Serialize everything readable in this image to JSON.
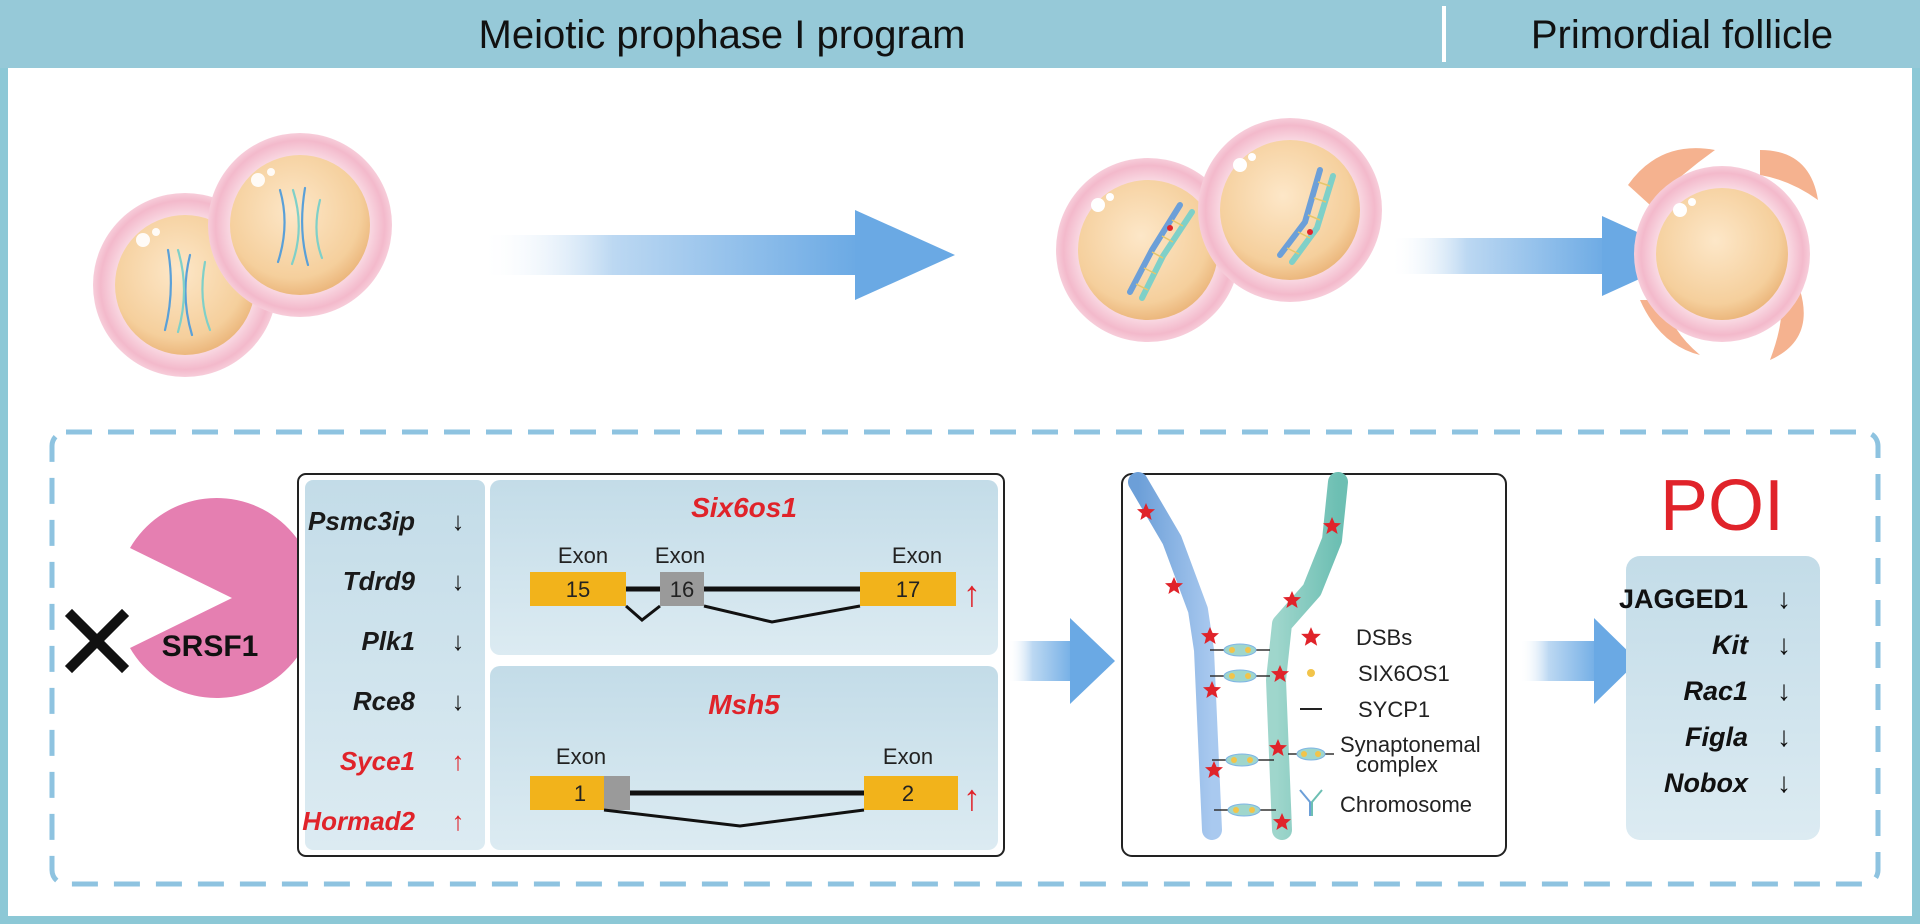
{
  "header": {
    "left_title": "Meiotic prophase I program",
    "right_title": "Primordial follicle"
  },
  "srsf1": {
    "label": "SRSF1"
  },
  "gene_list": [
    {
      "name": "Psmc3ip",
      "arrow": "↓",
      "color": "#1a1a1a"
    },
    {
      "name": "Tdrd9",
      "arrow": "↓",
      "color": "#1a1a1a"
    },
    {
      "name": "Plk1",
      "arrow": "↓",
      "color": "#1a1a1a"
    },
    {
      "name": "Rce8",
      "arrow": "↓",
      "color": "#1a1a1a"
    },
    {
      "name": "Syce1",
      "arrow": "↑",
      "color": "#e0232a"
    },
    {
      "name": "Hormad2",
      "arrow": "↑",
      "color": "#e0232a"
    }
  ],
  "splicing": {
    "six6os1": {
      "title": "Six6os1",
      "exons": [
        {
          "label": "Exon",
          "number": "15"
        },
        {
          "label": "Exon",
          "number": "16"
        },
        {
          "label": "Exon",
          "number": "17"
        }
      ],
      "arrow": "↑"
    },
    "msh5": {
      "title": "Msh5",
      "exons": [
        {
          "label": "Exon",
          "number": "1"
        },
        {
          "label": "Exon",
          "number": "2"
        }
      ],
      "arrow": "↑"
    }
  },
  "chromosome_legend": [
    {
      "label": "DSBs",
      "icon": "star-icon"
    },
    {
      "label": "SIX6OS1",
      "icon": "dot-icon"
    },
    {
      "label": "SYCP1",
      "icon": "line-icon"
    },
    {
      "label": "Synaptonemal complex",
      "icon": "synaptonemal-icon"
    },
    {
      "label": "Chromosome",
      "icon": "chromosome-icon"
    }
  ],
  "poi": {
    "title": "POI",
    "genes": [
      {
        "name": "JAGGED1",
        "arrow": "↓"
      },
      {
        "name": "Kit",
        "arrow": "↓"
      },
      {
        "name": "Rac1",
        "arrow": "↓"
      },
      {
        "name": "Figla",
        "arrow": "↓"
      },
      {
        "name": "Nobox",
        "arrow": "↓"
      }
    ]
  },
  "colors": {
    "header_bg": "#96c9d8",
    "border": "#8cc8d6",
    "dash": "#8ec3e0",
    "panel_bg": "#cfe4ee",
    "exon_yellow": "#f2b31b",
    "exon_gray": "#9a9a9a",
    "red": "#e0232a",
    "arrow_blue": "#7fb5e6",
    "srsf1_pink": "#e57fb1"
  }
}
